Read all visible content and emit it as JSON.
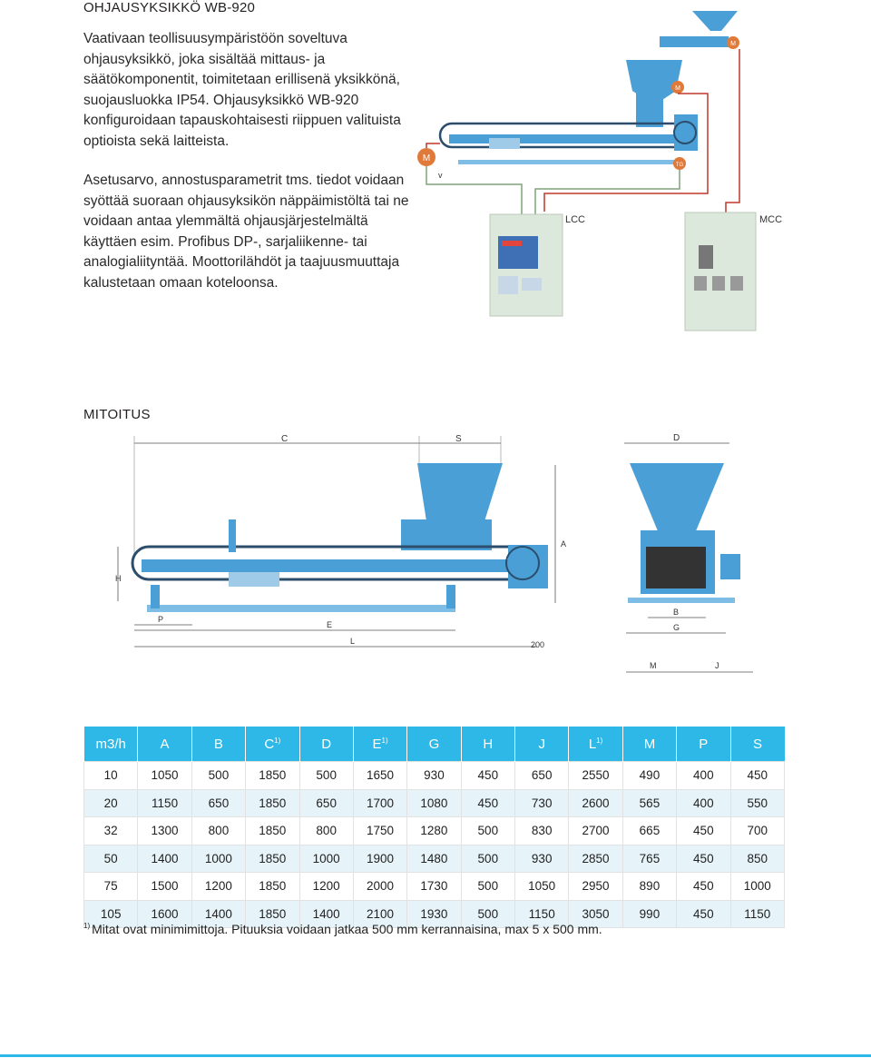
{
  "header": {
    "title": "OHJAUSYKSIKKÖ WB-920"
  },
  "intro": {
    "paragraph1": "Vaativaan teollisuusympäristöön soveltuva ohjausyksikkö, joka sisältää mittaus- ja säätökomponentit, toimitetaan erillisenä yksikkönä, suojausluokka IP54. Ohjausyksikkö WB-920 konfiguroidaan tapauskohtaisesti riippuen valituista optioista sekä laitteista.",
    "paragraph2": "Asetusarvo, annostusparametrit tms. tiedot voidaan syöttää suoraan ohjausyksikön näppäimistöltä tai ne voidaan antaa ylemmältä ohjausjärjestelmältä käyttäen esim. Profibus DP-, sarjaliikenne- tai analogialiityntää. Moottorilähdöt ja taajuusmuuttaja kalustetaan omaan koteloonsa."
  },
  "system_figure": {
    "cabinet_lcc": "LCC",
    "cabinet_mcc": "MCC",
    "motor_label": "M",
    "motor_small_label": "M",
    "tg_label": "TG",
    "v_label": "v",
    "colors": {
      "equipment": "#4a9fd6",
      "wire_red": "#c0392b",
      "wire_green": "#7fa37a",
      "cabinet": "#dde8dc"
    }
  },
  "dimensions": {
    "title": "MITOITUS",
    "side_view_labels": {
      "C": "C",
      "S": "S",
      "A": "A",
      "H": "H",
      "P": "P",
      "E": "E",
      "L": "L",
      "dim200": "200"
    },
    "end_view_labels": {
      "D": "D",
      "B": "B",
      "G": "G",
      "M": "M",
      "J": "J"
    }
  },
  "table": {
    "headers": [
      {
        "label": "m3/h",
        "sup": ""
      },
      {
        "label": "A",
        "sup": ""
      },
      {
        "label": "B",
        "sup": ""
      },
      {
        "label": "C",
        "sup": "1)"
      },
      {
        "label": "D",
        "sup": ""
      },
      {
        "label": "E",
        "sup": "1)"
      },
      {
        "label": "G",
        "sup": ""
      },
      {
        "label": "H",
        "sup": ""
      },
      {
        "label": "J",
        "sup": ""
      },
      {
        "label": "L",
        "sup": "1)"
      },
      {
        "label": "M",
        "sup": ""
      },
      {
        "label": "P",
        "sup": ""
      },
      {
        "label": "S",
        "sup": ""
      }
    ],
    "rows": [
      [
        "10",
        "1050",
        "500",
        "1850",
        "500",
        "1650",
        "930",
        "450",
        "650",
        "2550",
        "490",
        "400",
        "450"
      ],
      [
        "20",
        "1150",
        "650",
        "1850",
        "650",
        "1700",
        "1080",
        "450",
        "730",
        "2600",
        "565",
        "400",
        "550"
      ],
      [
        "32",
        "1300",
        "800",
        "1850",
        "800",
        "1750",
        "1280",
        "500",
        "830",
        "2700",
        "665",
        "450",
        "700"
      ],
      [
        "50",
        "1400",
        "1000",
        "1850",
        "1000",
        "1900",
        "1480",
        "500",
        "930",
        "2850",
        "765",
        "450",
        "850"
      ],
      [
        "75",
        "1500",
        "1200",
        "1850",
        "1200",
        "2000",
        "1730",
        "500",
        "1050",
        "2950",
        "890",
        "450",
        "1000"
      ],
      [
        "105",
        "1600",
        "1400",
        "1850",
        "1400",
        "2100",
        "1930",
        "500",
        "1150",
        "3050",
        "990",
        "450",
        "1150"
      ]
    ]
  },
  "footnote": {
    "marker": "1)",
    "text": "Mitat ovat minimimittoja. Pituuksia voidaan jatkaa 500 mm kerrannaisina, max 5 x 500 mm."
  }
}
